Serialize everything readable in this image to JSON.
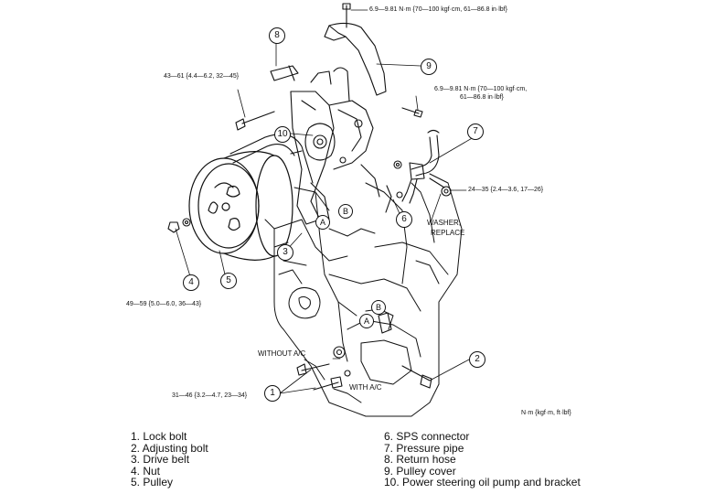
{
  "torque": {
    "top": "6.9—9.81 N·m {70—100 kgf·cm, 61—86.8 in·lbf}",
    "right_line1": "6.9—9.81 N·m {70—100 kgf·cm,",
    "right_line2": "61—86.8 in·lbf}",
    "lock_bolt_upper": "43—61 {4.4—6.2, 32—45}",
    "pressure_pipe": "24—35 {2.4—3.6, 17—26}",
    "nut": "49—59 {5.0—6.0, 36—43}",
    "lock_bolt_lower": "31—46 {3.2—4.7, 23—34}"
  },
  "labels": {
    "washer_line1": "WASHER,",
    "washer_line2": "REPLACE",
    "without_ac": "WITHOUT A/C",
    "with_ac": "WITH A/C",
    "units": "N·m {kgf·m, ft·lbf}"
  },
  "callouts": {
    "c1": "1",
    "c2": "2",
    "c3": "3",
    "c4": "4",
    "c5": "5",
    "c6": "6",
    "c7": "7",
    "c8": "8",
    "c9": "9",
    "c10": "10",
    "a_upper": "A",
    "b_upper": "B",
    "a_lower": "A",
    "b_lower": "B"
  },
  "legend": {
    "left": [
      "1. Lock bolt",
      "2. Adjusting bolt",
      "3. Drive belt",
      "4. Nut",
      "5. Pulley"
    ],
    "right": [
      "6. SPS connector",
      "7. Pressure pipe",
      "8. Return hose",
      "9. Pulley cover",
      "10. Power steering oil pump and bracket"
    ]
  }
}
